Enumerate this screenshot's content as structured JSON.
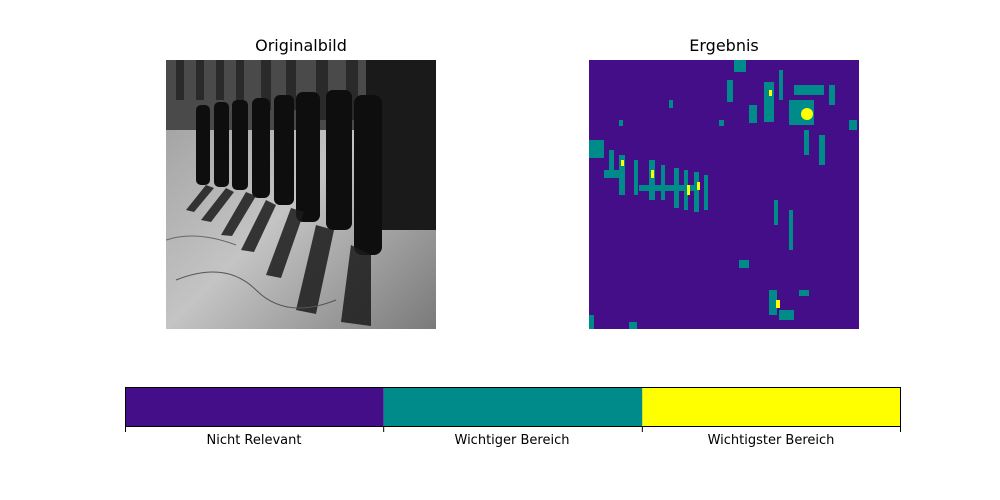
{
  "panels": {
    "left_title": "Originalbild",
    "right_title": "Ergebnis"
  },
  "colors": {
    "nicht_relevant": "#440e88",
    "wichtiger_bereich": "#008b8b",
    "wichtigster_bereich": "#ffff00"
  },
  "chart_data": {
    "type": "heatmap",
    "title": "Ergebnis",
    "xlabel": "",
    "ylabel": "",
    "colorbar": {
      "categories": [
        "Nicht Relevant",
        "Wichtiger Bereich",
        "Wichtigster Bereich"
      ],
      "colors": [
        "#440e88",
        "#008b8b",
        "#ffff00"
      ]
    },
    "grid": false
  }
}
